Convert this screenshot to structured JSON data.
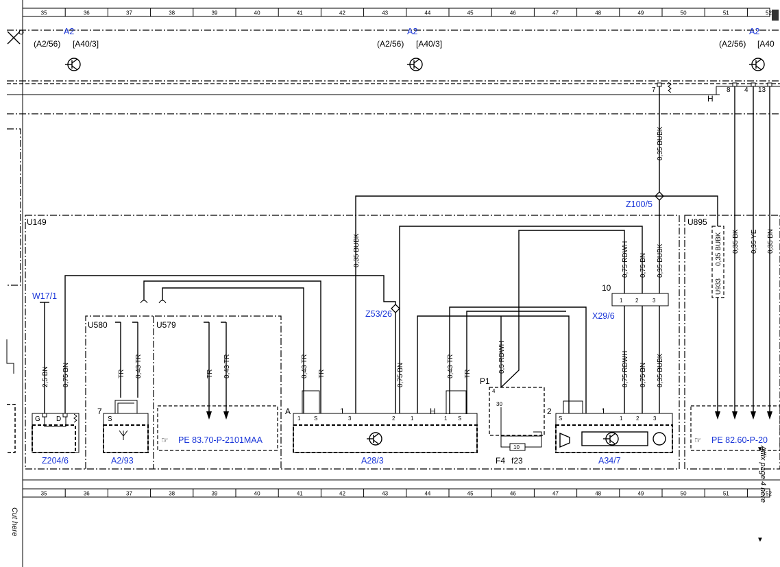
{
  "ruler": {
    "columns": [
      "35",
      "36",
      "37",
      "38",
      "39",
      "40",
      "41",
      "42",
      "43",
      "44",
      "45",
      "46",
      "47",
      "48",
      "49",
      "50",
      "51",
      "52"
    ]
  },
  "top": {
    "module_label": "A2",
    "connector_left": "(A2/56)",
    "connector_right": "[A40/3]",
    "connector_right_cut": "[A40",
    "pin_7": "7",
    "pin_8": "8",
    "pin_4": "4",
    "pin_13": "13",
    "label_h": "H"
  },
  "units": {
    "u149": "U149",
    "u580": "U580",
    "u579": "U579",
    "u895": "U895",
    "u933": "U933"
  },
  "components": {
    "w17": "W17/1",
    "z53": "Z53/26",
    "z100": "Z100/5",
    "x29": "X29/6",
    "z204": "Z204/6",
    "a2_93": "A2/93",
    "a28": "A28/3",
    "a34": "A34/7",
    "p1": "P1",
    "f4": "F4",
    "f23": "f23",
    "fuse_val": "10"
  },
  "refs": {
    "pe_left": "PE 83.70-P-2101MAA",
    "pe_right": "PE 82.60-P-20"
  },
  "wires": {
    "bubk": "0,35 BUBK",
    "bn35": "0,35 BN",
    "bk35": "0,35 BK",
    "ye35": "0,35 YE",
    "rdwh": "0,75 RDWH",
    "bn75": "0,75 BN",
    "bn25": "2,5 BN",
    "tr": "TR",
    "tr43": "0,43 TR",
    "rdwh05": "0,5 RDWH"
  },
  "pins": {
    "g": "G",
    "d": "D",
    "s": "S",
    "a": "A",
    "h": "H",
    "p1": "1",
    "p2": "2",
    "p3": "3",
    "p4": "4",
    "p7": "7",
    "p10": "10",
    "p30": "30"
  },
  "side": {
    "cut_here": "Cut here",
    "affix": "Affix page 4 here"
  }
}
